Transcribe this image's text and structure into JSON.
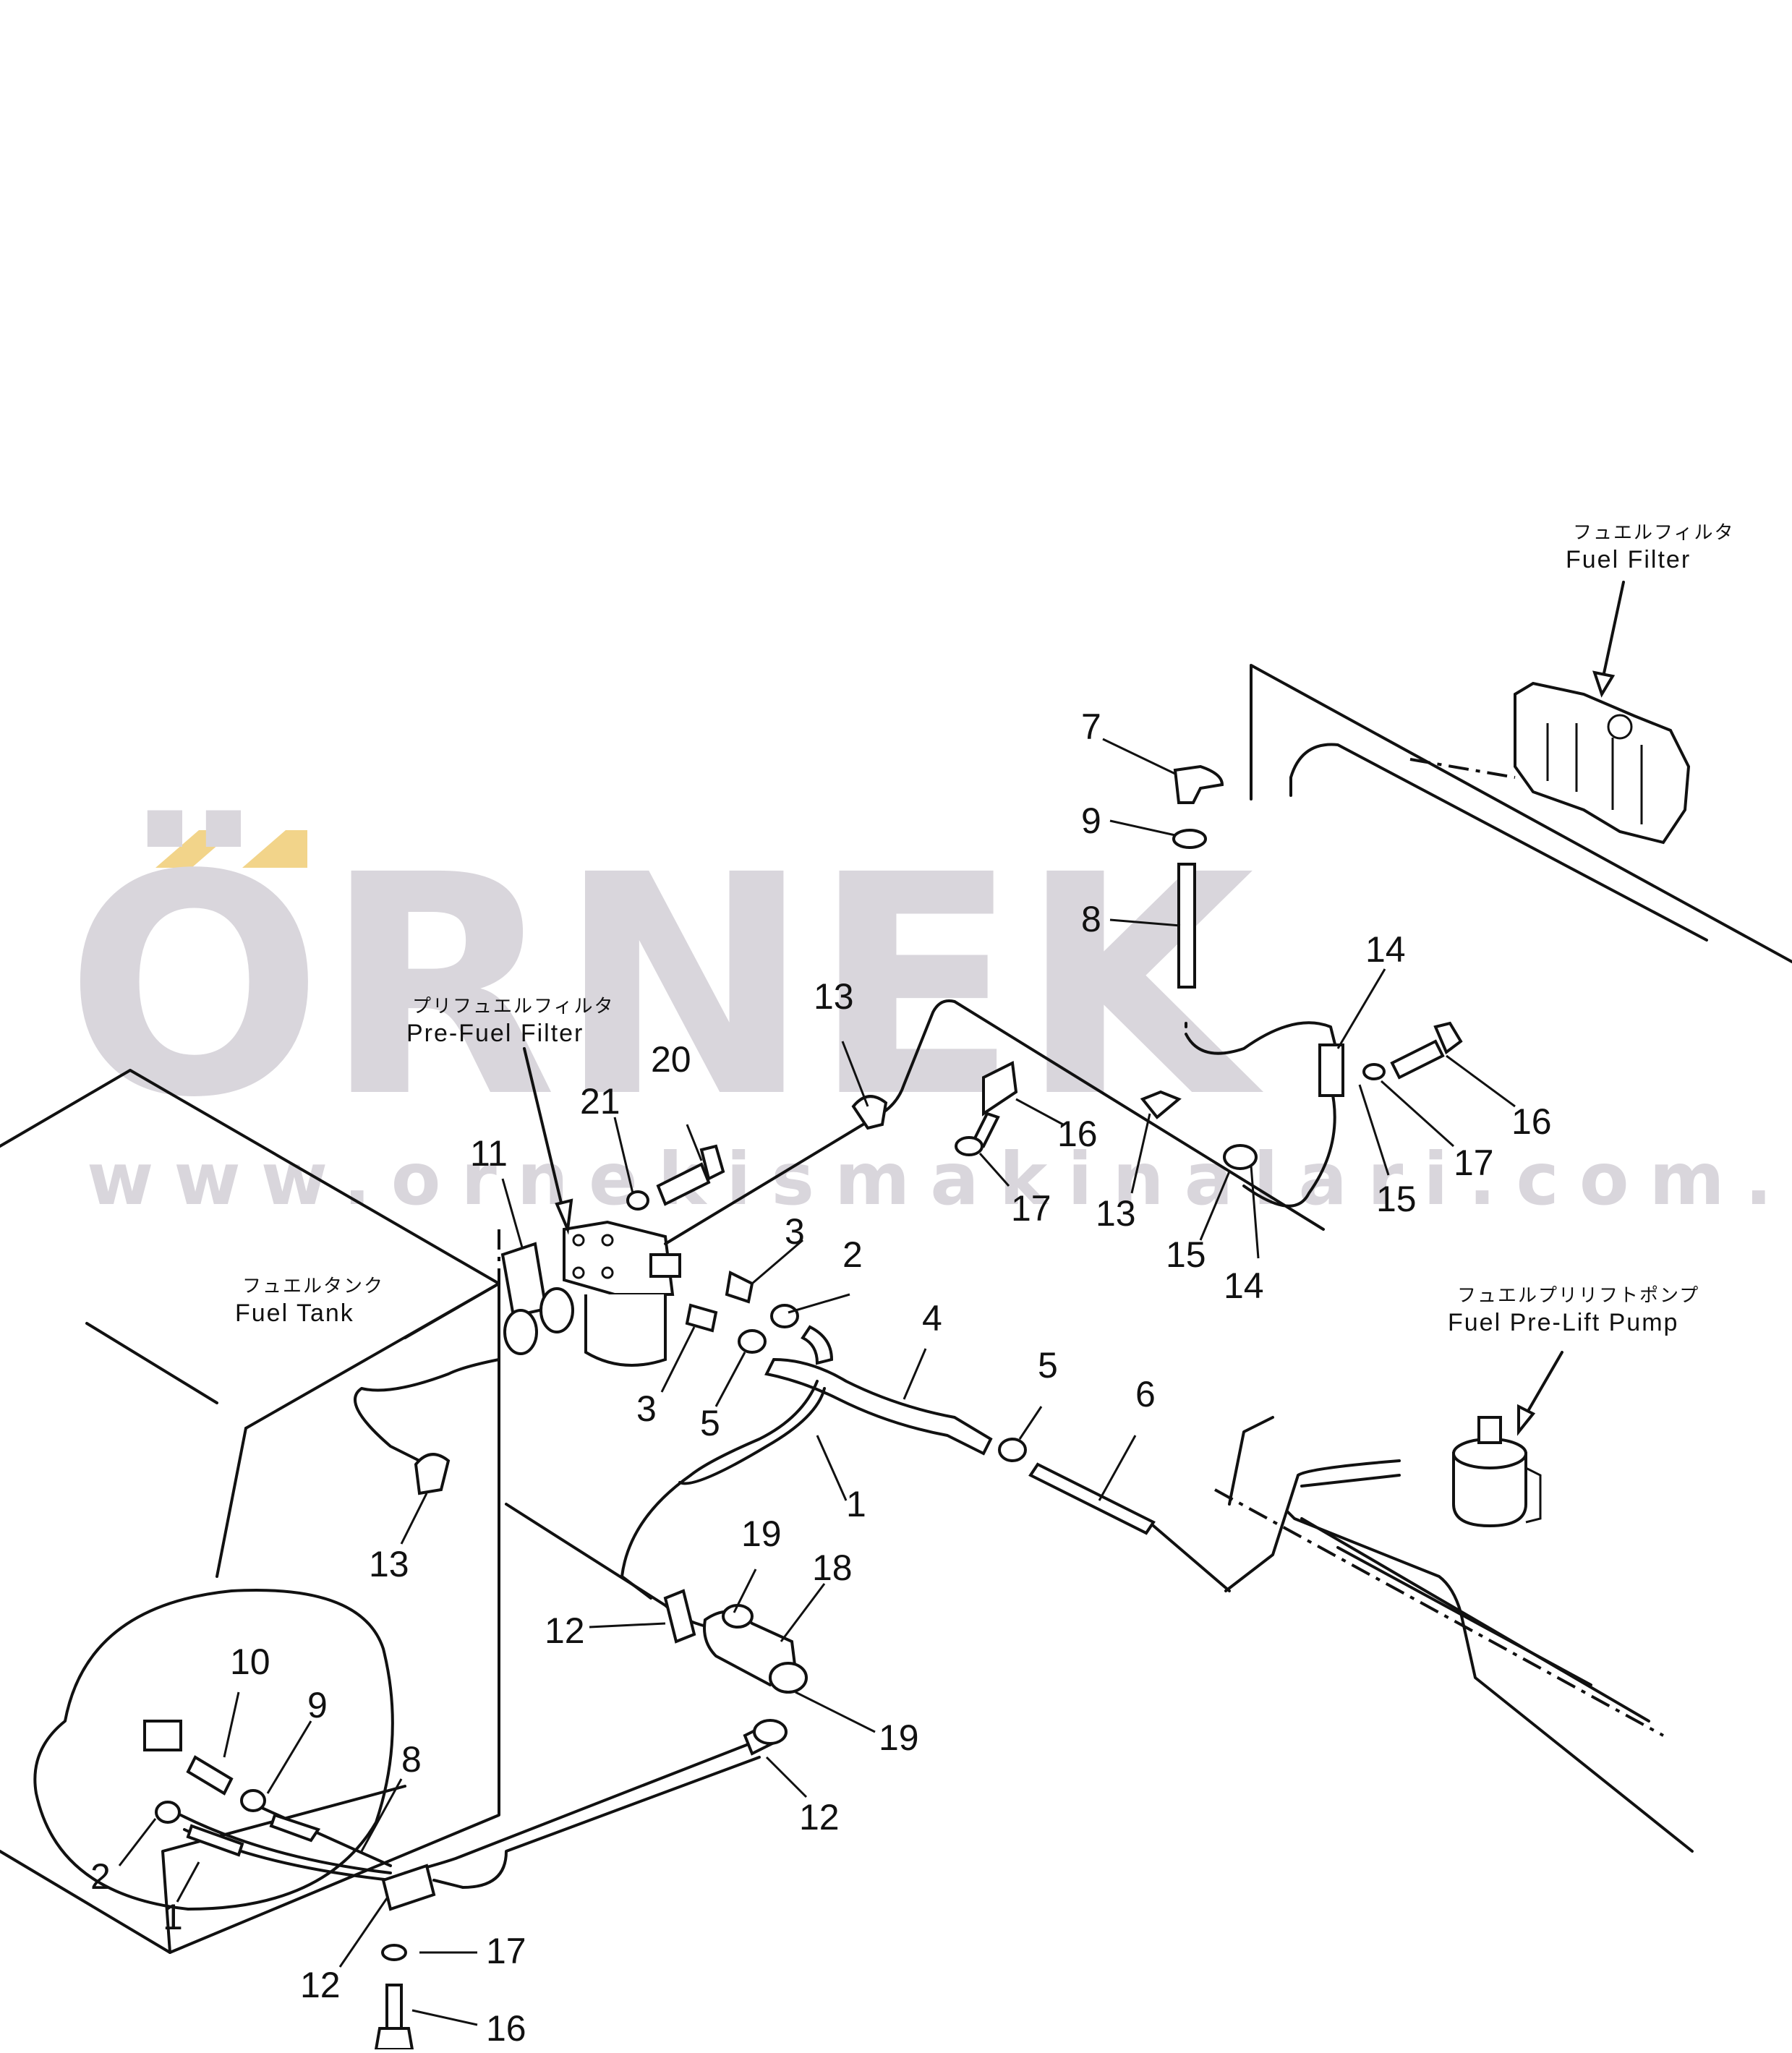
{
  "watermark": {
    "brand": "ÖRNEK",
    "url": "www.ornekismakinalari.com.tr",
    "accent_color": "#f2d48a",
    "text_color": "#d9d6dc"
  },
  "labels": {
    "fuel_filter": {
      "jp": "フュエルフィルタ",
      "en": "Fuel Filter"
    },
    "pre_fuel_filter": {
      "jp": "プリフュエルフィルタ",
      "en": "Pre-Fuel Filter"
    },
    "fuel_tank": {
      "jp": "フュエルタンク",
      "en": "Fuel Tank"
    },
    "fuel_pre_lift_pump": {
      "jp": "フュエルプリリフトポンプ",
      "en": "Fuel Pre-Lift Pump"
    }
  },
  "callouts": [
    {
      "id": "c7",
      "text": "7"
    },
    {
      "id": "c9a",
      "text": "9"
    },
    {
      "id": "c8a",
      "text": "8"
    },
    {
      "id": "c14a",
      "text": "14"
    },
    {
      "id": "c16a",
      "text": "16"
    },
    {
      "id": "c17a",
      "text": "17"
    },
    {
      "id": "c15a",
      "text": "15"
    },
    {
      "id": "c13a",
      "text": "13"
    },
    {
      "id": "c16b",
      "text": "16"
    },
    {
      "id": "c17b",
      "text": "17"
    },
    {
      "id": "c13b",
      "text": "13"
    },
    {
      "id": "c15b",
      "text": "15"
    },
    {
      "id": "c14b",
      "text": "14"
    },
    {
      "id": "c20",
      "text": "20"
    },
    {
      "id": "c21",
      "text": "21"
    },
    {
      "id": "c11",
      "text": "11"
    },
    {
      "id": "c3a",
      "text": "3"
    },
    {
      "id": "c2a",
      "text": "2"
    },
    {
      "id": "c3b",
      "text": "3"
    },
    {
      "id": "c5a",
      "text": "5"
    },
    {
      "id": "c4",
      "text": "4"
    },
    {
      "id": "c5b",
      "text": "5"
    },
    {
      "id": "c6",
      "text": "6"
    },
    {
      "id": "c1a",
      "text": "1"
    },
    {
      "id": "c13c",
      "text": "13"
    },
    {
      "id": "c19a",
      "text": "19"
    },
    {
      "id": "c18",
      "text": "18"
    },
    {
      "id": "c12a",
      "text": "12"
    },
    {
      "id": "c19b",
      "text": "19"
    },
    {
      "id": "c12b",
      "text": "12"
    },
    {
      "id": "c10",
      "text": "10"
    },
    {
      "id": "c9b",
      "text": "9"
    },
    {
      "id": "c8b",
      "text": "8"
    },
    {
      "id": "c2b",
      "text": "2"
    },
    {
      "id": "c1b",
      "text": "1"
    },
    {
      "id": "c12c",
      "text": "12"
    },
    {
      "id": "c17c",
      "text": "17"
    },
    {
      "id": "c16c",
      "text": "16"
    }
  ]
}
